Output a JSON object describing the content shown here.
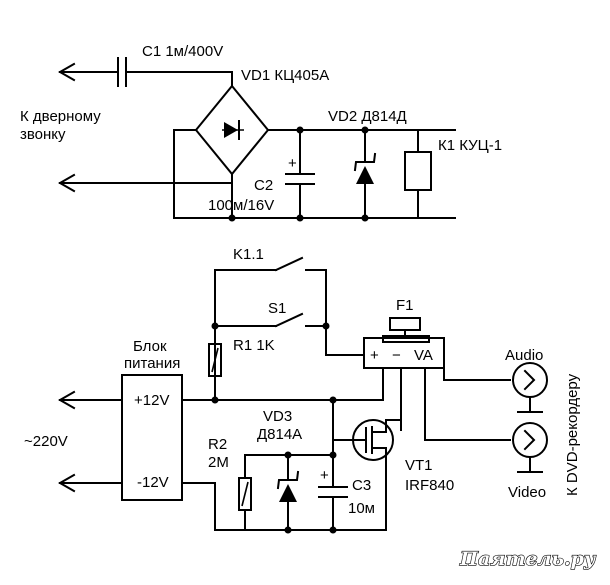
{
  "labels": {
    "c1": "C1 1м/400V",
    "vd1": "VD1 КЦ405А",
    "door_bell_1": "К дверному",
    "door_bell_2": "звонку",
    "vd2": "VD2 Д814Д",
    "k1": "К1 КУЦ-1",
    "c2_name": "C2",
    "c2_value": "100м/16V",
    "k11": "K1.1",
    "s1": "S1",
    "f1": "F1",
    "r1": "R1 1K",
    "psu_1": "Блок",
    "psu_2": "питания",
    "plus12": "+12V",
    "minus12": "-12V",
    "mains": "~220V",
    "audio": "Audio",
    "video": "Video",
    "dvd": "К DVD-рекордеру",
    "va_plus": "+",
    "va_minus": "−",
    "va": "VA",
    "vd3_name": "VD3",
    "vd3_type": "Д814А",
    "r2_name": "R2",
    "r2_value": "2М",
    "c3_name": "C3",
    "c3_value": "10м",
    "vt1_name": "VT1",
    "vt1_type": "IRF840",
    "plus_c2": "+",
    "plus_c3": "+",
    "watermark": "Паятель.ру"
  }
}
